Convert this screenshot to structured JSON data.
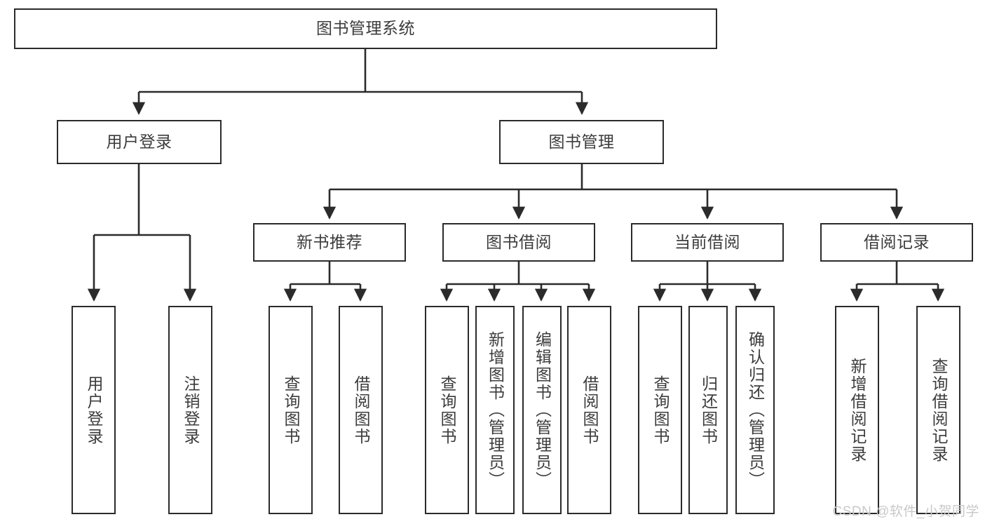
{
  "diagram": {
    "title": "图书管理系统",
    "type": "tree",
    "watermark": "CSDN @软件_小贺同学",
    "colors": {
      "border": "#2b2b2b",
      "text": "#3c3c3c",
      "background": "#ffffff",
      "edge": "#2b2b2b",
      "watermark": "#c9c9c9"
    },
    "nodes": {
      "root": {
        "label": "图书管理系统",
        "orientation": "horizontal"
      },
      "level2": [
        {
          "id": "user-login",
          "label": "用户登录",
          "orientation": "horizontal"
        },
        {
          "id": "book-manage",
          "label": "图书管理",
          "orientation": "horizontal"
        }
      ],
      "level3": [
        {
          "id": "new-book-recommend",
          "label": "新书推荐",
          "orientation": "horizontal"
        },
        {
          "id": "book-borrow",
          "label": "图书借阅",
          "orientation": "horizontal"
        },
        {
          "id": "current-borrow",
          "label": "当前借阅",
          "orientation": "horizontal"
        },
        {
          "id": "borrow-record",
          "label": "借阅记录",
          "orientation": "horizontal"
        }
      ],
      "leaves": [
        {
          "id": "leaf-user-login",
          "label": "用户登录",
          "parent": "user-login",
          "orientation": "vertical"
        },
        {
          "id": "leaf-user-logout",
          "label": "注销登录",
          "parent": "user-login",
          "orientation": "vertical"
        },
        {
          "id": "leaf-query-book-1",
          "label": "查询图书",
          "parent": "new-book-recommend",
          "orientation": "vertical"
        },
        {
          "id": "leaf-borrow-book-1",
          "label": "借阅图书",
          "parent": "new-book-recommend",
          "orientation": "vertical"
        },
        {
          "id": "leaf-query-book-2",
          "label": "查询图书",
          "parent": "book-borrow",
          "orientation": "vertical"
        },
        {
          "id": "leaf-add-book",
          "label": "新增图书（管理员）",
          "parent": "book-borrow",
          "orientation": "vertical"
        },
        {
          "id": "leaf-edit-book",
          "label": "编辑图书（管理员）",
          "parent": "book-borrow",
          "orientation": "vertical"
        },
        {
          "id": "leaf-borrow-book-2",
          "label": "借阅图书",
          "parent": "book-borrow",
          "orientation": "vertical"
        },
        {
          "id": "leaf-query-book-3",
          "label": "查询图书",
          "parent": "current-borrow",
          "orientation": "vertical"
        },
        {
          "id": "leaf-return-book",
          "label": "归还图书",
          "parent": "current-borrow",
          "orientation": "vertical"
        },
        {
          "id": "leaf-confirm-return",
          "label": "确认归还（管理员）",
          "parent": "current-borrow",
          "orientation": "vertical"
        },
        {
          "id": "leaf-add-record",
          "label": "新增借阅记录",
          "parent": "borrow-record",
          "orientation": "vertical"
        },
        {
          "id": "leaf-query-record",
          "label": "查询借阅记录",
          "parent": "borrow-record",
          "orientation": "vertical"
        }
      ]
    }
  }
}
